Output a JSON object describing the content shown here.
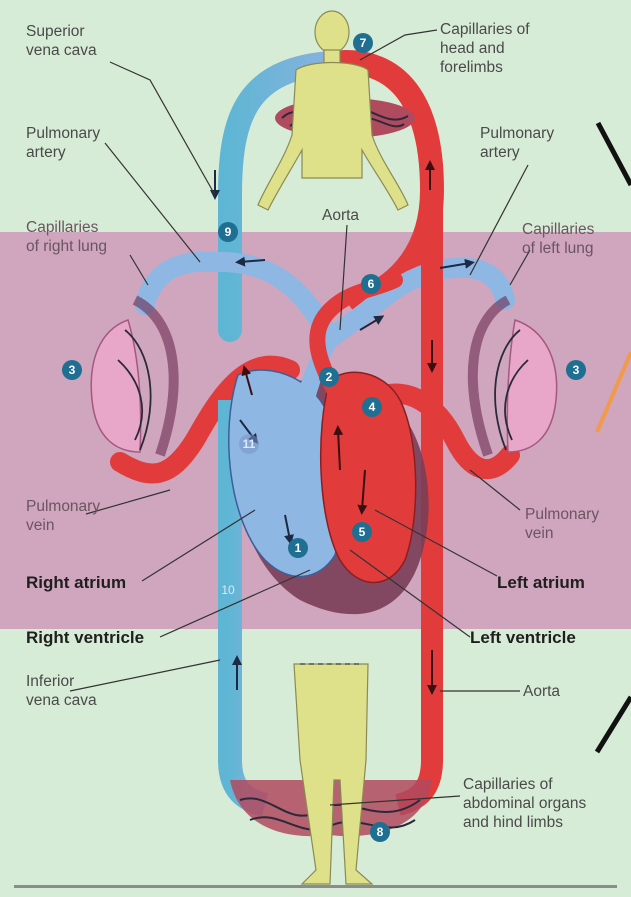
{
  "labels": {
    "superior_vena_cava": "Superior\nvena cava",
    "capillaries_head": "Capillaries of\nhead and\nforelimbs",
    "pulmonary_artery_left_side": "Pulmonary\nartery",
    "pulmonary_artery_right_side": "Pulmonary\nartery",
    "aorta_top": "Aorta",
    "capillaries_right_lung": "Capillaries\nof right lung",
    "capillaries_left_lung": "Capillaries\nof left lung",
    "pulmonary_vein_left_side": "Pulmonary\nvein",
    "pulmonary_vein_right_side": "Pulmonary\nvein",
    "right_atrium": "Right atrium",
    "left_atrium": "Left atrium",
    "right_ventricle": "Right ventricle",
    "left_ventricle": "Left ventricle",
    "inferior_vena_cava": "Inferior\nvena cava",
    "aorta_bottom": "Aorta",
    "capillaries_abdominal": "Capillaries of\nabdominal organs\nand hind limbs"
  },
  "step_numbers": {
    "head": "7",
    "superior_vena_cava": "9",
    "aorta_arch": "6",
    "lung_left_side": "3",
    "lung_right_side": "3",
    "pulmonary_trunk": "2",
    "left_atrium": "4",
    "right_atrium": "11",
    "left_ventricle": "5",
    "right_ventricle": "1",
    "inferior_vena_cava": "10",
    "lower_body": "8"
  },
  "colors": {
    "background_green": "#d7ecd6",
    "band_pink": "#cfa6bd",
    "oxygenated_red": "#e23b3b",
    "deoxygenated_blue": "#8fb7e3",
    "body_yellow": "#dfe08a",
    "lung_pink": "#e8a6c8",
    "badge_teal": "#1f6f93"
  }
}
